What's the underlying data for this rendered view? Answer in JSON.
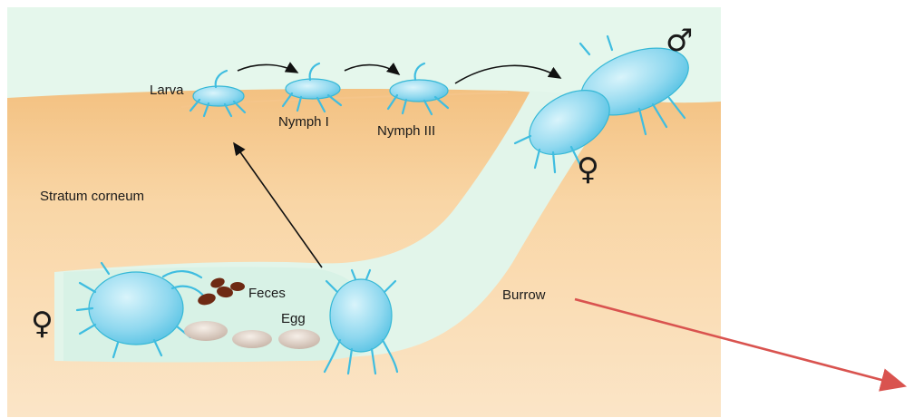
{
  "labels": {
    "larva": "Larva",
    "nymph1": "Nymph I",
    "nymph3": "Nymph III",
    "stratum": "Stratum corneum",
    "feces": "Feces",
    "egg": "Egg",
    "burrow": "Burrow"
  },
  "symbols": {
    "male": "♂",
    "female_top": "♀",
    "female_left": "♀"
  },
  "colors": {
    "sky": "#e5f7ec",
    "skin": "#f7cc96",
    "tunnel": "#e2f5ea",
    "mite": "#7fd2ec",
    "arrow": "#111111",
    "pointer": "#d9534f"
  }
}
